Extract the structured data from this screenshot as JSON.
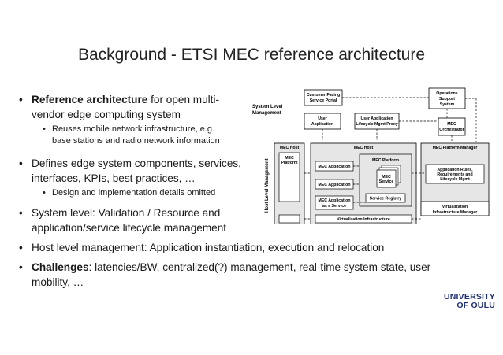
{
  "slide": {
    "title": "Background - ETSI MEC reference architecture",
    "bullets": [
      {
        "bold": "Reference architecture",
        "text1": " for open multi-",
        "text2": "vendor edge computing system"
      },
      {
        "text1": "Reuses mobile network infrastructure, e.g.",
        "text2": "base stations and radio network information"
      },
      {
        "text1": "Defines edge system components, services,",
        "text2": "interfaces, KPIs, best practices, …"
      },
      {
        "text1": "Design and implementation details omitted"
      },
      {
        "text1": "System level: Validation / Resource and",
        "text2": "application/service lifecycle management"
      },
      {
        "text1": "Host level management: Application instantiation, execution and relocation"
      },
      {
        "bold": "Challenges",
        "text1": ": latencies/BW, centralized(?) management, real-time system state, user",
        "text2": "mobility, …"
      }
    ]
  },
  "diagram": {
    "system_level_label_1": "System Level",
    "system_level_label_2": "Management",
    "host_level_label": "Host Level Management",
    "customer_portal_1": "Customer Facing",
    "customer_portal_2": "Service Portal",
    "oss_1": "Operations",
    "oss_2": "Support",
    "oss_3": "System",
    "user_app_1": "User",
    "user_app_2": "Application",
    "lcm_proxy_1": "User Application",
    "lcm_proxy_2": "Lifecycle Mgmt Proxy",
    "mec_orch_1": "MEC",
    "mec_orch_2": "Orchestrator",
    "mec_host_small": "MEC Host",
    "mec_platform_small_1": "MEC",
    "mec_platform_small_2": "Platform",
    "ellipsis": "...",
    "mec_host": "MEC Host",
    "mec_application_1": "MEC Application",
    "mec_application_2": "MEC Application",
    "mec_app_service_1": "MEC Application",
    "mec_app_service_2": "as a Service",
    "mec_platform": "MEC Platform",
    "mec_service_1": "MEC",
    "mec_service_2": "Service",
    "service_registry": "Service Registry",
    "virt_infra": "Virtualization Infrastructure",
    "platform_manager": "MEC Platform Manager",
    "app_rules_1": "Application Rules,",
    "app_rules_2": "Requirements and",
    "app_rules_3": "Lifecycle Mgmt",
    "vim_1": "Virtualization",
    "vim_2": "Infrastructure Manager"
  },
  "logo": {
    "line1": "UNIVERSITY",
    "line2": "OF OULU"
  }
}
